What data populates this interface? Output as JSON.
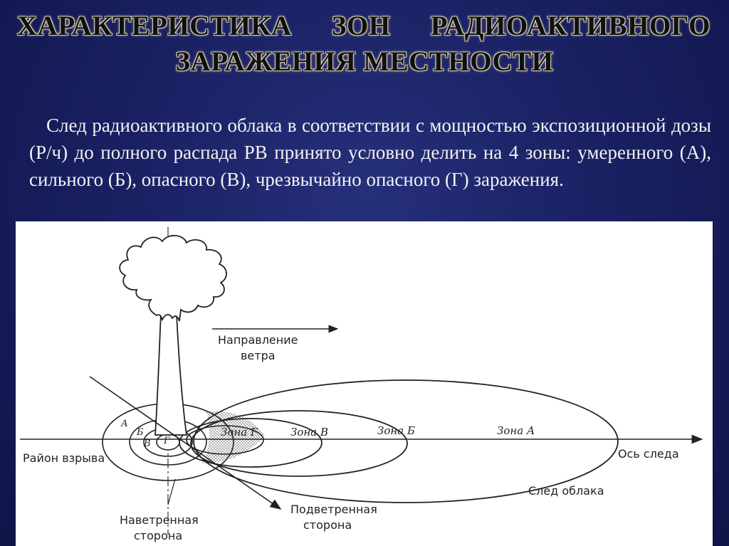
{
  "slide": {
    "title_words": [
      "ХАРАКТЕРИСТИКА",
      "ЗОН",
      "РАДИОАКТИВНОГО"
    ],
    "title_line2": "ЗАРАЖЕНИЯ МЕСТНОСТИ",
    "body_text": "След радиоактивного облака в соответствии с мощностью экспозиционной дозы (Р/ч) до полного распада РВ принято условно делить на 4 зоны: умеренного (А), сильного (Б), опасного (В), чрезвычайно опасного (Г) заражения."
  },
  "diagram": {
    "wind_direction": [
      "Направление",
      "ветра"
    ],
    "explosion_area": "Район взрыва",
    "trace_axis": "Ось следа",
    "cloud_trace": "След облака",
    "windward_side": [
      "Наветренная",
      "сторона"
    ],
    "leeward_side": [
      "Подветренная",
      "сторона"
    ],
    "zones": {
      "g": "Зона Г",
      "v": "Зона В",
      "b": "Зона Б",
      "a": "Зона А"
    },
    "circle_letters": {
      "a": "А",
      "b": "Б",
      "v": "В",
      "g": "Г"
    }
  }
}
